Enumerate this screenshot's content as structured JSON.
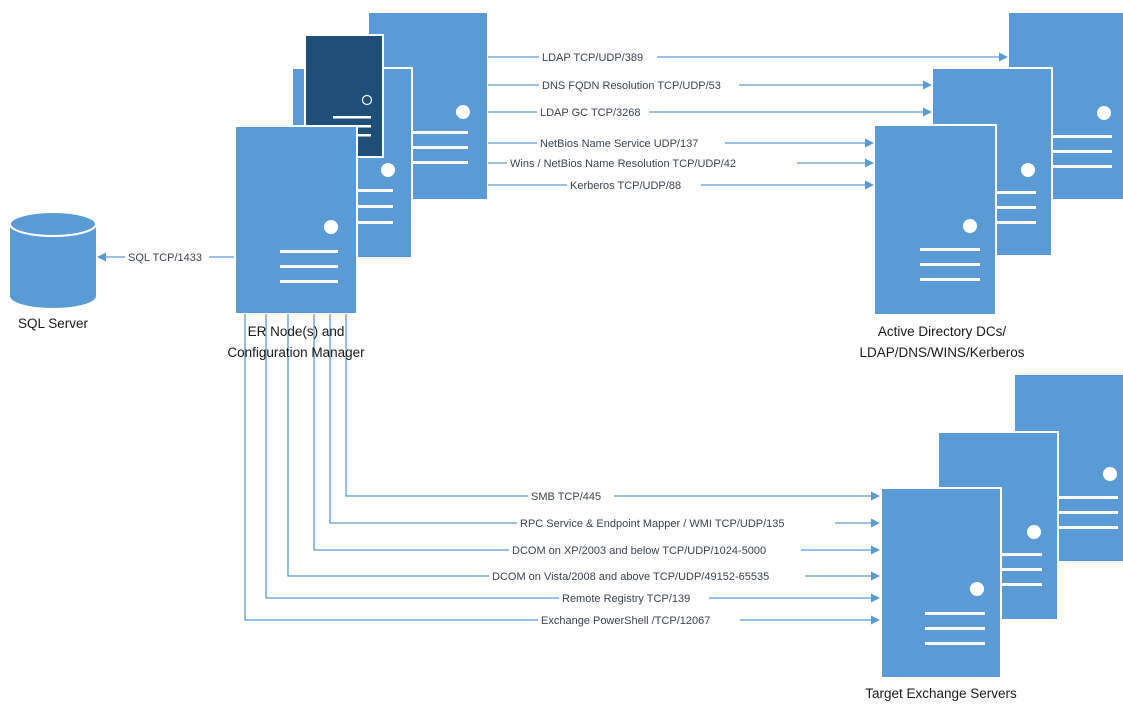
{
  "nodes": {
    "sql_server": {
      "label": "SQL Server"
    },
    "er_nodes": {
      "label_lines": [
        "ER Node(s) and",
        "Configuration Manager"
      ]
    },
    "active_directory": {
      "label_lines": [
        "Active Directory DCs/",
        "LDAP/DNS/WINS/Kerberos"
      ]
    },
    "exchange": {
      "label": "Target Exchange Servers"
    }
  },
  "connections": {
    "sql": "SQL TCP/1433",
    "directory": [
      "LDAP TCP/UDP/389",
      "DNS FQDN Resolution TCP/UDP/53",
      "LDAP GC TCP/3268",
      "NetBios Name Service  UDP/137",
      "Wins / NetBios Name Resolution  TCP/UDP/42",
      "Kerberos  TCP/UDP/88"
    ],
    "exchange": [
      "SMB TCP/445",
      "RPC Service & Endpoint Mapper / WMI TCP/UDP/135",
      "DCOM on XP/2003 and below TCP/UDP/1024-5000",
      "DCOM on Vista/2008 and above TCP/UDP/49152-65535",
      "Remote Registry TCP/139",
      "Exchange PowerShell  /TCP/12067"
    ]
  },
  "colors": {
    "server": "#5b9bd5",
    "server_dark": "#1f4e79",
    "line": "#5b9bd5"
  }
}
